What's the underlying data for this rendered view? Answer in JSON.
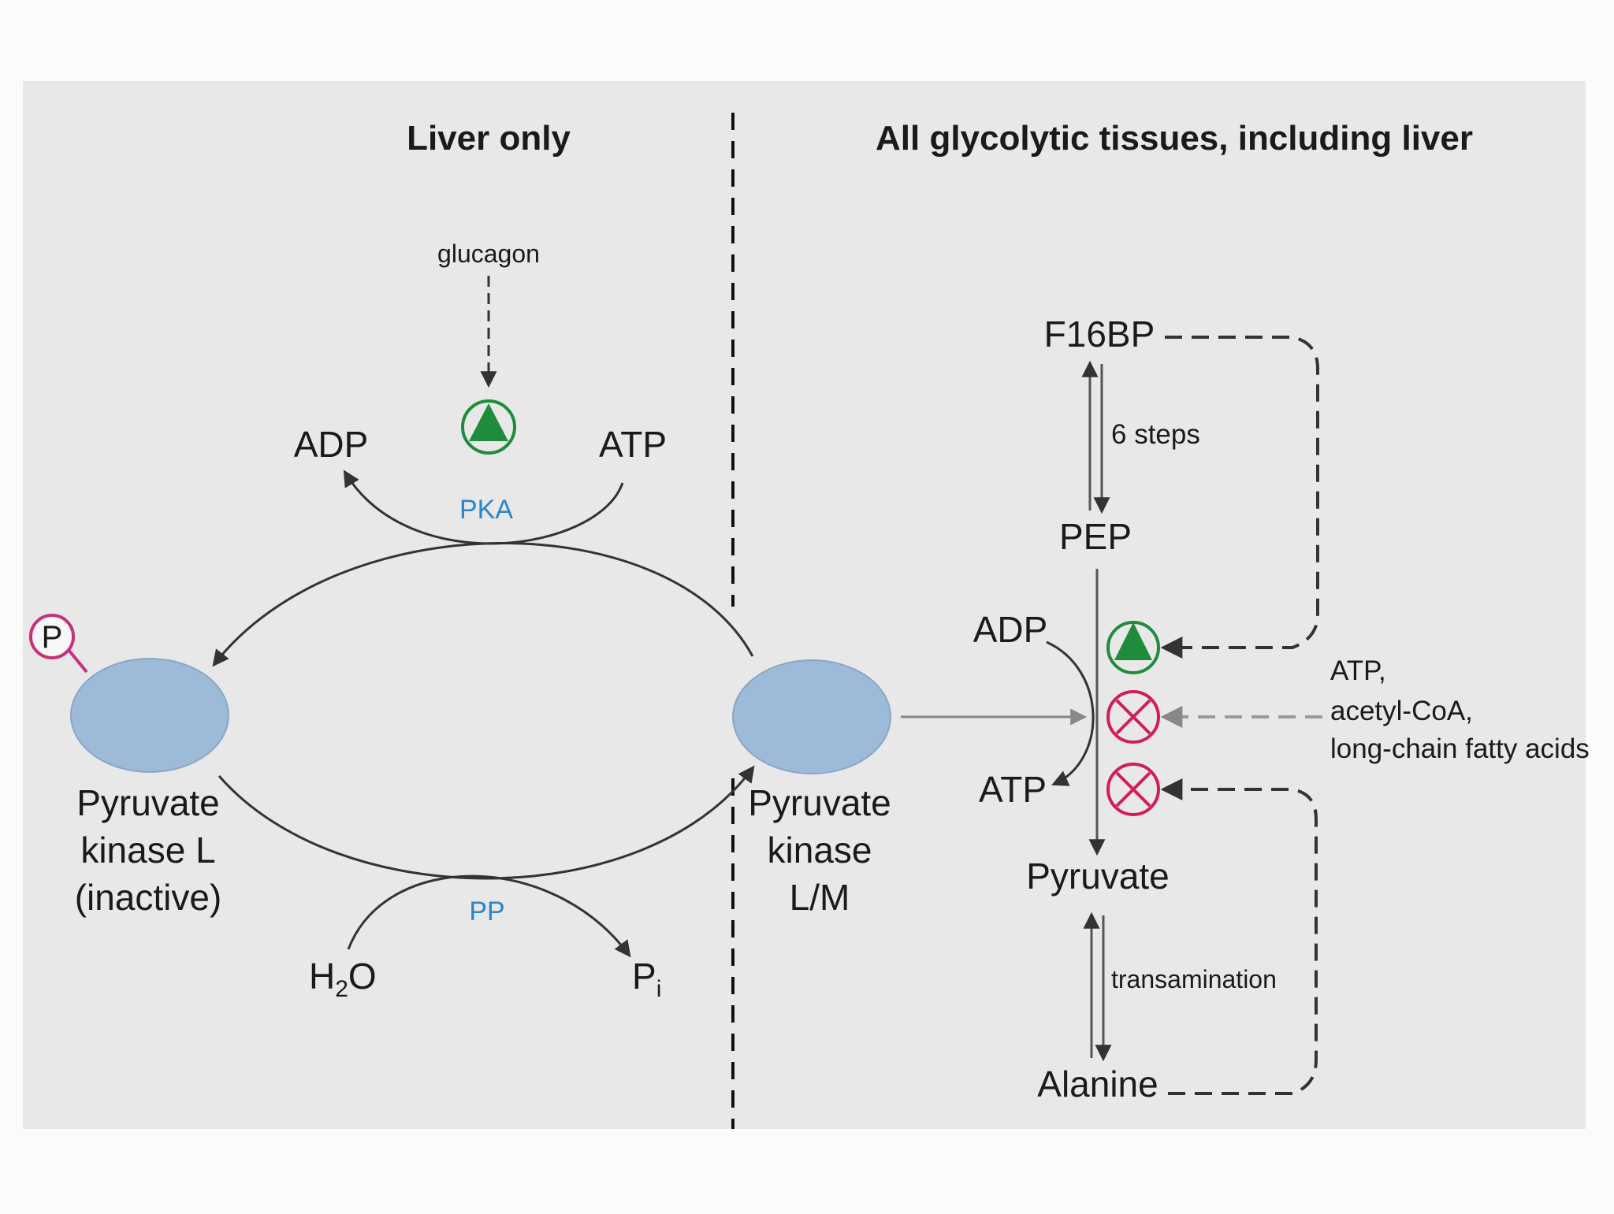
{
  "colors": {
    "background": "#e8e8e9",
    "page": "#fbfbfb",
    "enzyme_fill": "#9dbad8",
    "activator_green": "#1e8c3a",
    "inhibitor_red": "#d21e55",
    "enzyme_label_blue": "#2a86c8",
    "phospho_pink": "#c8307a"
  },
  "headings": {
    "left": "Liver only",
    "right": "All glycolytic tissues, including liver"
  },
  "left_panel": {
    "glucagon": "glucagon",
    "adp": "ADP",
    "atp": "ATP",
    "pka": "PKA",
    "pp": "PP",
    "phospho": "P",
    "water_h": "H",
    "water_sub": "2",
    "water_o": "O",
    "pi_p": "P",
    "pi_sub": "i",
    "enzyme_inactive": [
      "Pyruvate",
      "kinase L",
      "(inactive)"
    ],
    "enzyme_active": [
      "Pyruvate",
      "kinase",
      "L/M"
    ]
  },
  "right_panel": {
    "f16bp": "F16BP",
    "six_steps": "6 steps",
    "pep": "PEP",
    "adp": "ADP",
    "atp": "ATP",
    "pyruvate": "Pyruvate",
    "transamination": "transamination",
    "alanine": "Alanine",
    "inhibitors": [
      "ATP,",
      "acetyl-CoA,",
      "long-chain fatty acids"
    ]
  },
  "icons": {
    "activator": "triangle-in-circle-activator-icon",
    "inhibitor": "x-in-circle-inhibitor-icon"
  }
}
